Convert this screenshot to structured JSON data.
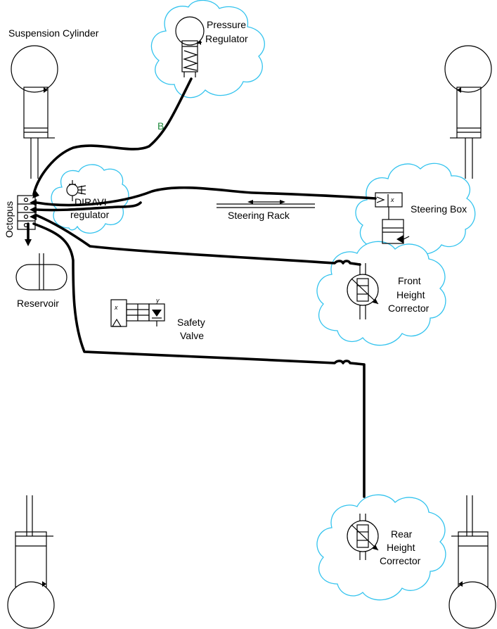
{
  "labels": {
    "suspension_cylinder": "Suspension Cylinder",
    "pressure_regulator_line1": "Pressure",
    "pressure_regulator_line2": "Regulator",
    "line_b": "B",
    "octopus": "Octopus",
    "diravi_line1": "DIRAVI",
    "diravi_line2": "regulator",
    "steering_rack": "Steering Rack",
    "steering_box": "Steering Box",
    "reservoir": "Reservoir",
    "front_hc_line1": "Front",
    "front_hc_line2": "Height",
    "front_hc_line3": "Corrector",
    "safety_valve_line1": "Safety",
    "safety_valve_line2": "Valve",
    "valve_port_x": "x",
    "valve_port_y": "y",
    "rear_hc_line1": "Rear",
    "rear_hc_line2": "Height",
    "rear_hc_line3": "Corrector"
  },
  "colors": {
    "cloud_outline": "#33c3ee",
    "line_b_label": "#1e8a3c",
    "pipe": "#000000"
  }
}
